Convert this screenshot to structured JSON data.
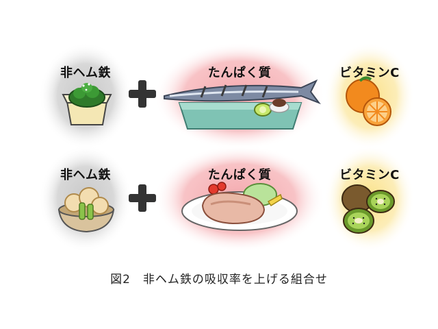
{
  "rows": [
    {
      "iron_label": "非ヘム鉄",
      "protein_label": "たんぱく質",
      "vitamin_label": "ビタミンC"
    },
    {
      "iron_label": "非ヘム鉄",
      "protein_label": "たんぱく質",
      "vitamin_label": "ビタミンC"
    }
  ],
  "caption": "図2　非ヘム鉄の吸収率を上げる組合せ",
  "colors": {
    "iron_glow": "#cfcfcf",
    "protein_glow": "#f6b8bc",
    "vitamin_glow": "#fbe9a6",
    "plus": "#333333"
  },
  "icons": {
    "row1_iron": "spinach-bowl-icon",
    "row1_protein": "grilled-saury-icon",
    "row1_vitamin": "orange-icon",
    "row2_iron": "tofu-simmered-dish-icon",
    "row2_protein": "pork-steak-plate-icon",
    "row2_vitamin": "kiwi-icon"
  }
}
